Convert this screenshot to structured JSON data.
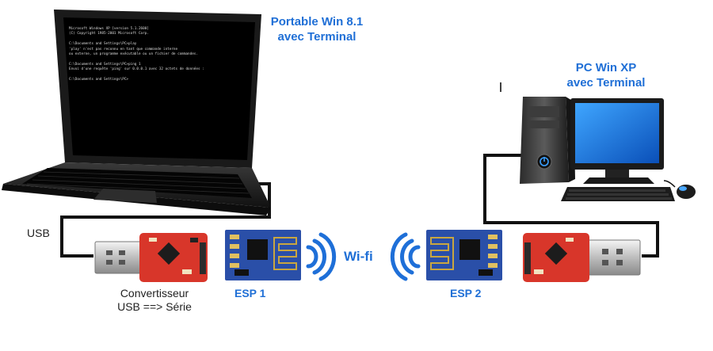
{
  "laptop": {
    "label_line1": "Portable Win 8.1",
    "label_line2": "avec Terminal",
    "terminal_lines": [
      "Microsoft Windows XP [version 5.1.2600]",
      "(C) Copyright 1985-2001 Microsoft Corp.",
      "",
      "C:\\Documents and Settings\\PC>play",
      "'play' n'est pas reconnu en tant que commande interne",
      "ou externe, un programme exécutable ou un fichier de commandes.",
      "",
      "C:\\Documents and Settings\\PC>ping 1",
      "Envoi d'une requête 'ping' sur 0.0.0.1 avec 32 octets de données :",
      "",
      "C:\\Documents and Settings\\PC>"
    ]
  },
  "desktop": {
    "label_line1": "PC Win XP",
    "label_line2": "avec Terminal"
  },
  "usb_label": "USB",
  "converter_label_line1": "Convertisseur",
  "converter_label_line2": "USB ==> Série",
  "esp1_label": "ESP 1",
  "esp2_label": "ESP 2",
  "wifi_label": "Wi-fi",
  "colors": {
    "label_blue": "#1f6fd6",
    "wifi_blue": "#1e6fd8",
    "pcb_red": "#d8362a",
    "esp_blue": "#2a4fa8",
    "cable": "#111111"
  }
}
